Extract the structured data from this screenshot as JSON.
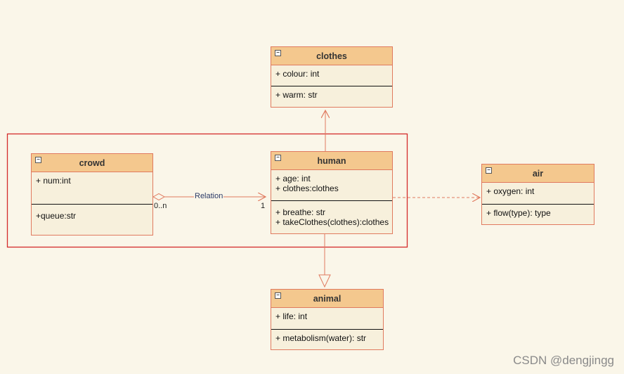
{
  "classes": {
    "clothes": {
      "name": "clothes",
      "attributes": [
        "+ colour: int"
      ],
      "methods": [
        "+ warm: str"
      ]
    },
    "crowd": {
      "name": "crowd",
      "attributes": [
        "+ num:int"
      ],
      "methods": [
        "+queue:str"
      ]
    },
    "human": {
      "name": "human",
      "attributes": [
        "+ age: int",
        "+ clothes:clothes"
      ],
      "methods": [
        "+ breathe: str",
        "+ takeClothes(clothes):clothes"
      ]
    },
    "air": {
      "name": "air",
      "attributes": [
        "+ oxygen: int"
      ],
      "methods": [
        "+ flow(type): type"
      ]
    },
    "animal": {
      "name": "animal",
      "attributes": [
        "+ life: int"
      ],
      "methods": [
        "+ metabolism(water): str"
      ]
    }
  },
  "relation": {
    "label": "Relation",
    "source_multiplicity": "0..n",
    "target_multiplicity": "1"
  },
  "colors": {
    "header": "#f4c88e",
    "body": "#f7f0dc",
    "border": "#e07a5f",
    "selection": "#d42b2b",
    "background": "#faf6e9"
  },
  "icons": {
    "collapse": "collapse-icon"
  },
  "watermark": "CSDN @dengjingg"
}
